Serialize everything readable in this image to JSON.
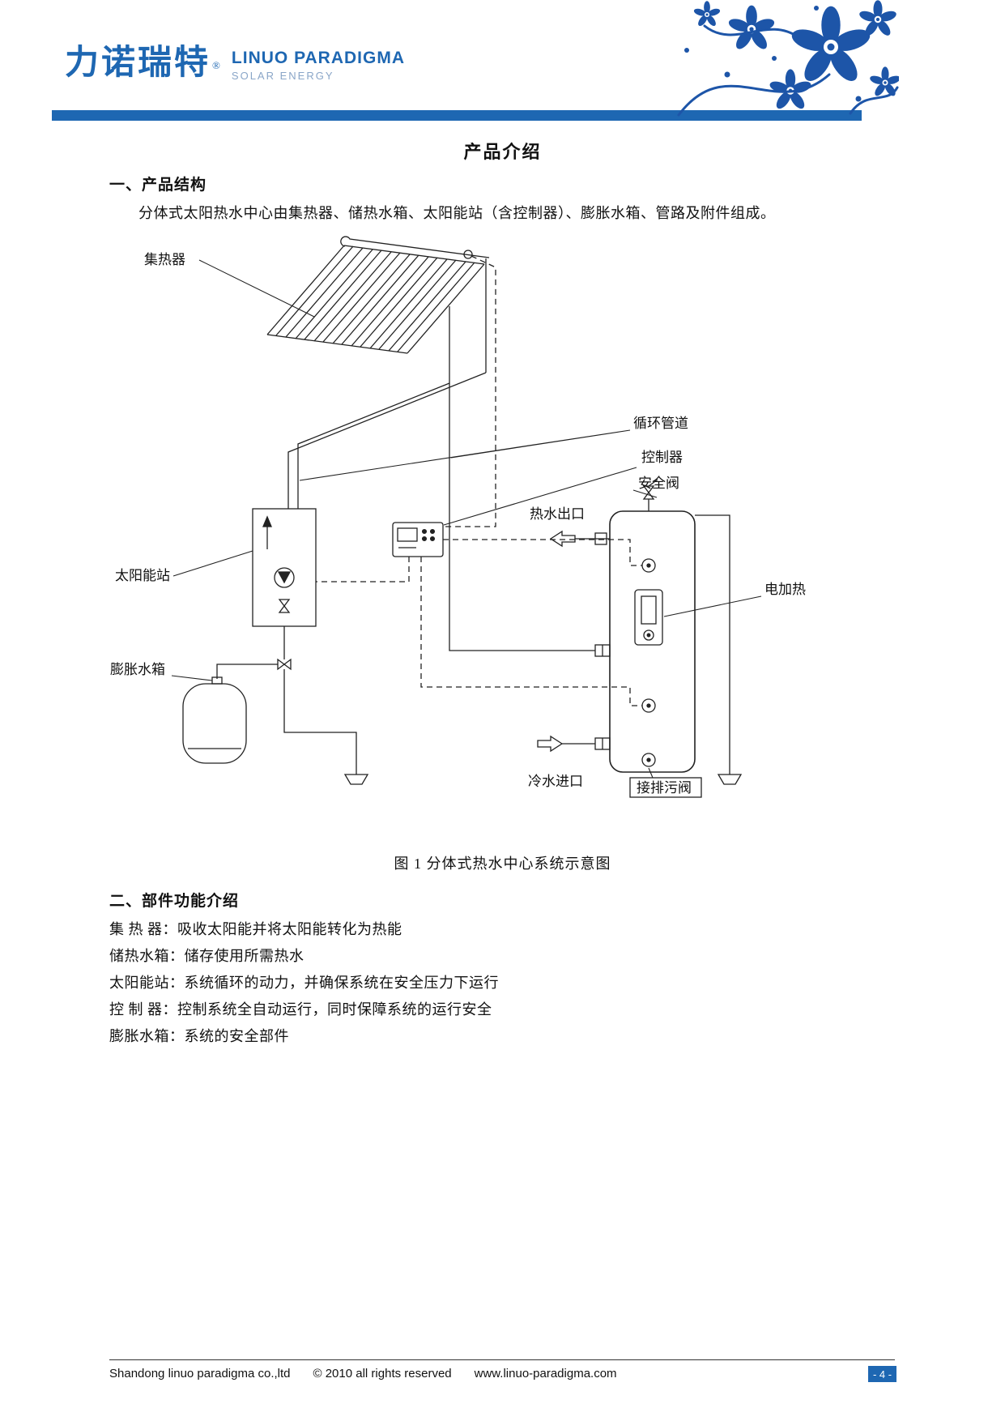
{
  "header": {
    "logo_cn": "力诺瑞特",
    "logo_reg": "®",
    "logo_en": "LINUO PARADIGMA",
    "logo_sub": "SOLAR ENERGY",
    "brand_color": "#1e67b2"
  },
  "title": "产品介绍",
  "section1": {
    "heading": "一、产品结构",
    "paragraph": "分体式太阳热水中心由集热器、储热水箱、太阳能站（含控制器）、膨胀水箱、管路及附件组成。"
  },
  "diagram": {
    "labels": {
      "collector": "集热器",
      "circulation_pipes": "循环管道",
      "controller": "控制器",
      "safety_valve": "安全阀",
      "hot_water_outlet": "热水出口",
      "solar_station": "太阳能站",
      "electric_heater": "电加热",
      "expansion_tank": "膨胀水箱",
      "cold_water_inlet": "冷水进口",
      "drain_valve": "接排污阀"
    },
    "caption": "图 1 分体式热水中心系统示意图"
  },
  "section2": {
    "heading": "二、部件功能介绍",
    "items": [
      {
        "term": "集 热 器：",
        "desc": "吸收太阳能并将太阳能转化为热能"
      },
      {
        "term": "储热水箱：",
        "desc": "储存使用所需热水"
      },
      {
        "term": "太阳能站：",
        "desc": "系统循环的动力，并确保系统在安全压力下运行"
      },
      {
        "term": "控 制 器：",
        "desc": "控制系统全自动运行，同时保障系统的运行安全"
      },
      {
        "term": "膨胀水箱：",
        "desc": "系统的安全部件"
      }
    ]
  },
  "footer": {
    "company": "Shandong linuo paradigma co.,ltd",
    "copyright": "© 2010 all rights reserved",
    "website": "www.linuo-paradigma.com",
    "page_number": "- 4 -"
  }
}
